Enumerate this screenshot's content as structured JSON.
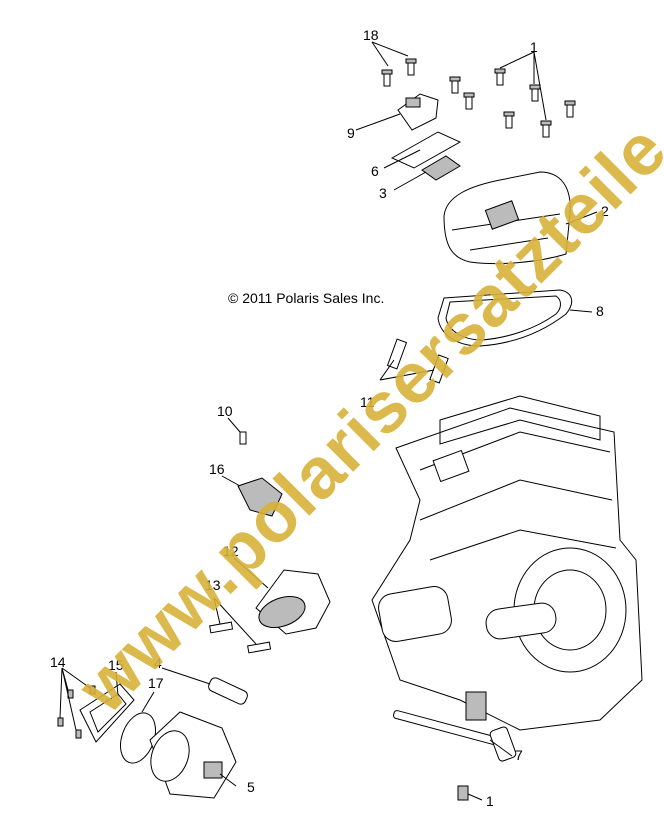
{
  "copyright": "© 2011 Polaris Sales Inc.",
  "watermark": "www.polarisersatzteile.de",
  "callouts": [
    {
      "id": "c18",
      "text": "18"
    },
    {
      "id": "c1a",
      "text": "1"
    },
    {
      "id": "c9",
      "text": "9"
    },
    {
      "id": "c6",
      "text": "6"
    },
    {
      "id": "c3",
      "text": "3"
    },
    {
      "id": "c2",
      "text": "2"
    },
    {
      "id": "c8",
      "text": "8"
    },
    {
      "id": "c11",
      "text": "11"
    },
    {
      "id": "c10",
      "text": "10"
    },
    {
      "id": "c16",
      "text": "16"
    },
    {
      "id": "c12",
      "text": "12"
    },
    {
      "id": "c13",
      "text": "13"
    },
    {
      "id": "c14",
      "text": "14"
    },
    {
      "id": "c15",
      "text": "15"
    },
    {
      "id": "c4",
      "text": "4"
    },
    {
      "id": "c17",
      "text": "17"
    },
    {
      "id": "c5",
      "text": "5"
    },
    {
      "id": "c7",
      "text": "7"
    },
    {
      "id": "c1b",
      "text": "1"
    }
  ]
}
